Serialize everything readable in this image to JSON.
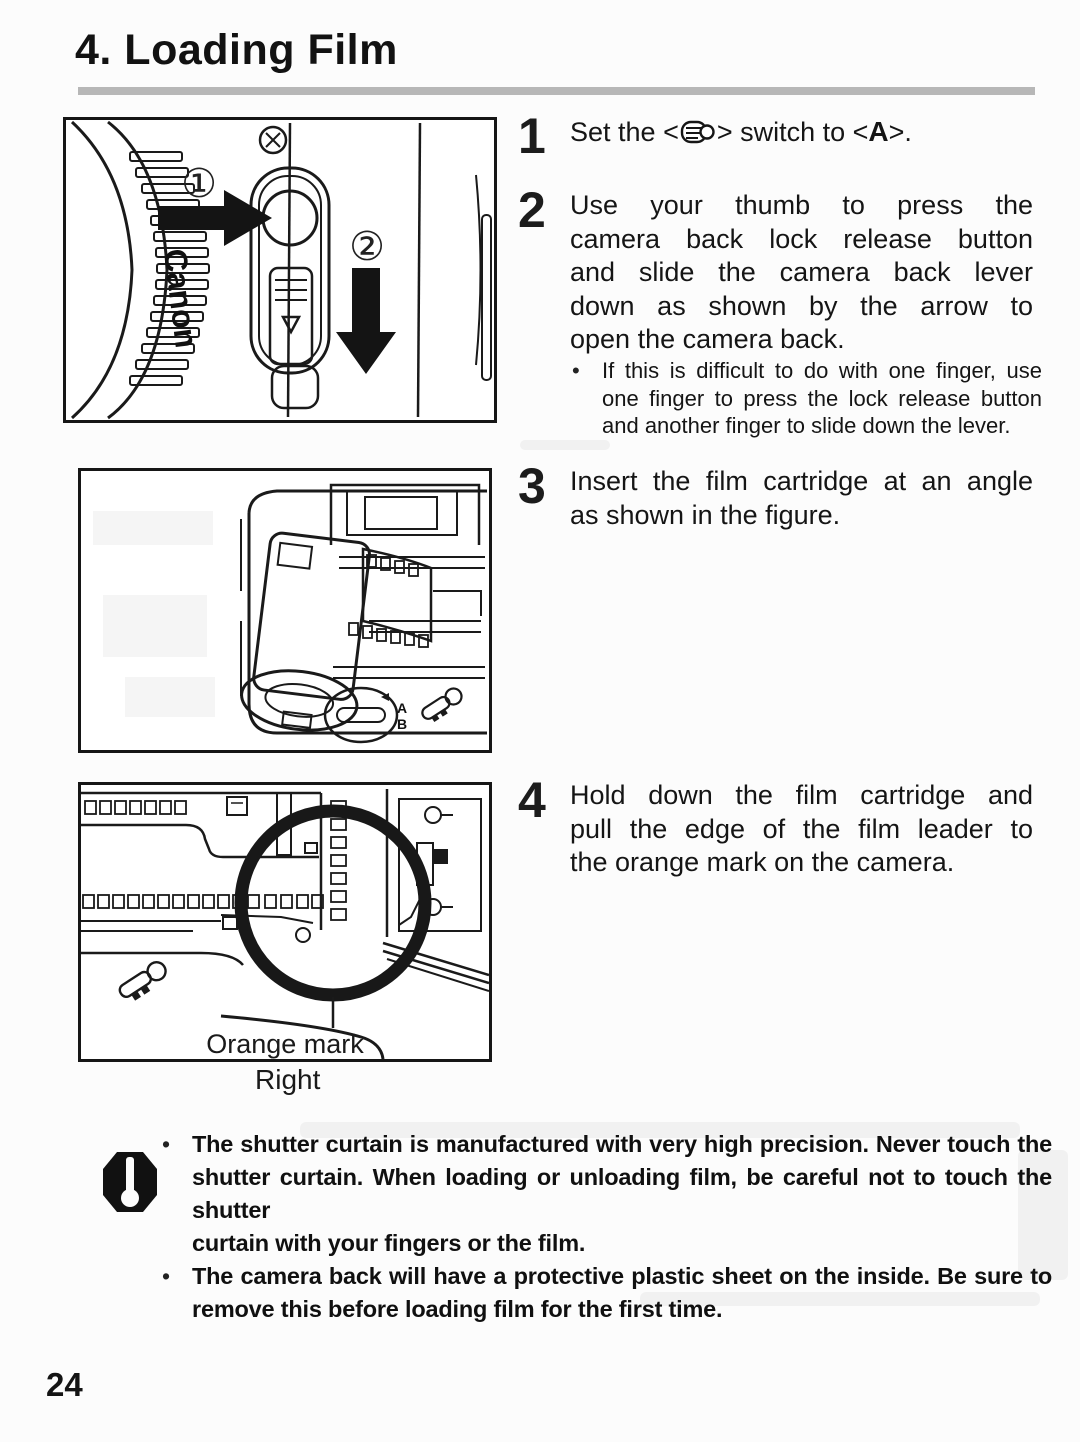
{
  "page": {
    "title": "4. Loading Film",
    "page_number": "24"
  },
  "steps": [
    {
      "number": "1",
      "parts": {
        "p1": "Set the <",
        "p2": "> switch to <",
        "switch": "A",
        "p3": ">."
      }
    },
    {
      "number": "2",
      "lines": [
        "Use your thumb to press the",
        "camera back lock release button",
        "and slide the camera back lever",
        "down as shown by the arrow to",
        "open the camera back."
      ],
      "note_lines": [
        "If this is difficult to do with one finger, use",
        "one finger to press the lock release button",
        "and another finger to slide down the lever."
      ]
    },
    {
      "number": "3",
      "lines": [
        "Insert the film cartridge at an angle",
        "as shown in the figure."
      ]
    },
    {
      "number": "4",
      "lines": [
        "Hold down the film cartridge and",
        "pull the edge of the film leader to",
        "the orange mark on the camera."
      ]
    }
  ],
  "figures": {
    "figure1": {
      "callout1": "①",
      "callout2": "②",
      "brand": "Canon"
    },
    "figure2": {
      "dial_a": "A",
      "dial_b": "B"
    },
    "figure3": {
      "caption_inside": "Orange mark",
      "caption_below": "Right"
    }
  },
  "notes": {
    "bullets": [
      {
        "lines": [
          "The shutter curtain is manufactured with very high precision. Never touch the",
          "shutter curtain. When loading or unloading film, be careful not to touch the shutter",
          "curtain with your fingers or the film."
        ]
      },
      {
        "lines": [
          "The camera back will have a protective plastic sheet on the inside. Be sure to",
          "remove this before loading film for the first time."
        ]
      }
    ]
  }
}
